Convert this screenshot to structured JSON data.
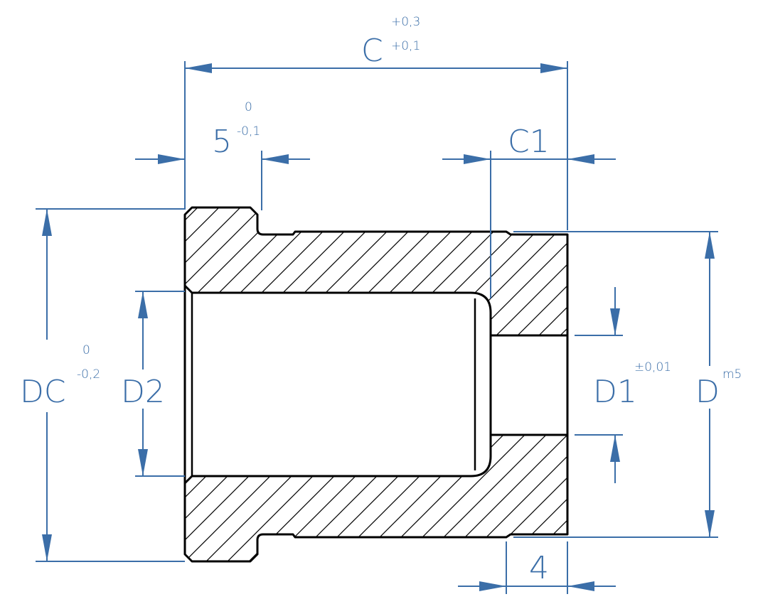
{
  "colors": {
    "dimension": "#3b6ea8",
    "outline": "#000000",
    "background": "#ffffff"
  },
  "labels": {
    "c_main": "C",
    "c_upper": "+0,3",
    "c_lower": "+0,1",
    "five_main": "5",
    "five_upper": "0",
    "five_lower": "-0,1",
    "c1": "C1",
    "dc_main": "DC",
    "dc_upper": "0",
    "dc_lower": "-0,2",
    "d2": "D2",
    "d1_main": "D1",
    "d1_tol": "±0,01",
    "d_main": "D",
    "d_tol": "m5",
    "four": "4"
  }
}
